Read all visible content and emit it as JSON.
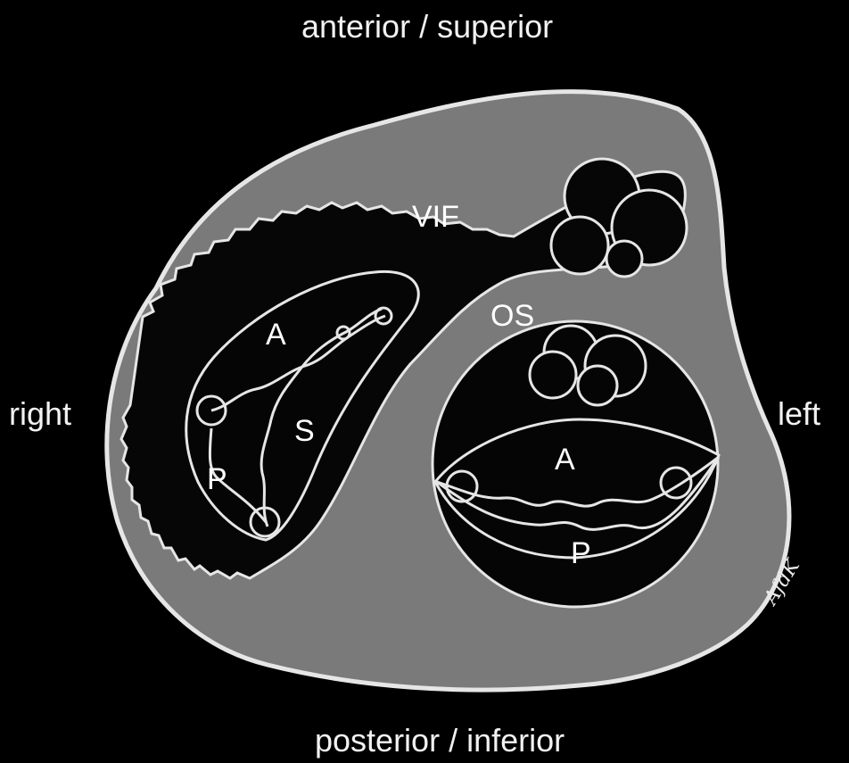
{
  "colors": {
    "background": "#000000",
    "heart_wall": "#7a7a7a",
    "outline": "#e6e6e6",
    "cavity": "#060606"
  },
  "orientation": {
    "top": "anterior / superior",
    "bottom": "posterior / inferior",
    "left": "right",
    "right": "left"
  },
  "structures": {
    "vif": "VIF",
    "outlet_septum": "OS",
    "tricuspid": {
      "anterior": "A",
      "septal": "S",
      "posterior": "P"
    },
    "mitral": {
      "anterior": "A",
      "posterior": "P"
    }
  },
  "signature": "AfdK"
}
